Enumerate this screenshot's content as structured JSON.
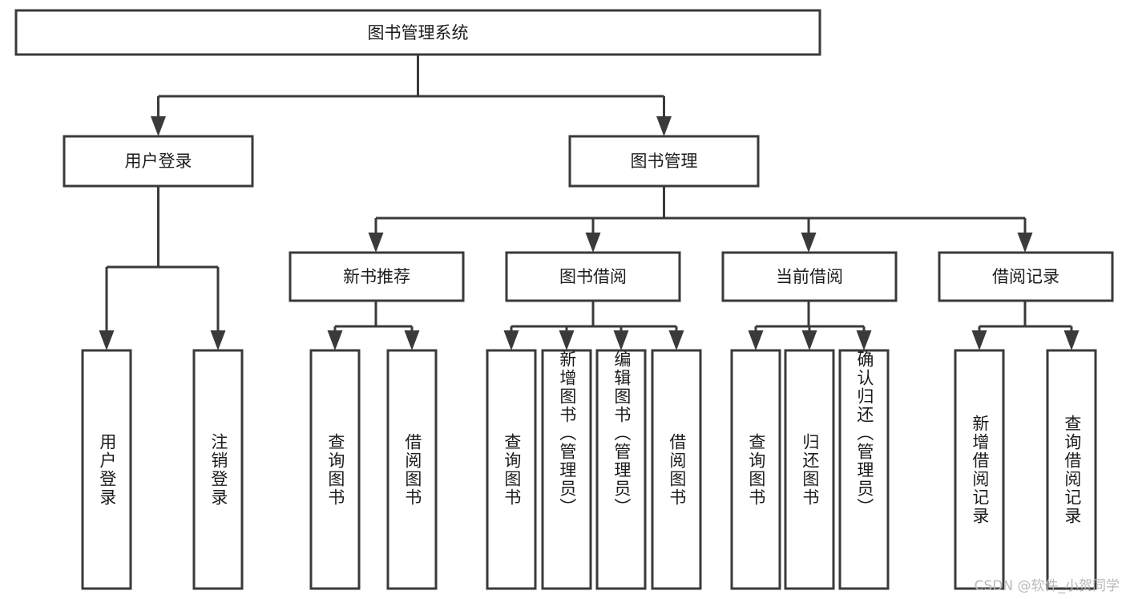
{
  "diagram": {
    "type": "tree-hierarchy",
    "title": "图书管理系统",
    "root": {
      "id": "root",
      "label": "图书管理系统"
    },
    "level2": [
      {
        "id": "user-login",
        "label": "用户登录"
      },
      {
        "id": "book-manage",
        "label": "图书管理"
      }
    ],
    "level3": [
      {
        "id": "new-book-recommend",
        "label": "新书推荐",
        "parent": "book-manage"
      },
      {
        "id": "book-borrow",
        "label": "图书借阅",
        "parent": "book-manage"
      },
      {
        "id": "current-borrow",
        "label": "当前借阅",
        "parent": "book-manage"
      },
      {
        "id": "borrow-record",
        "label": "借阅记录",
        "parent": "book-manage"
      }
    ],
    "leaves": {
      "user-login": [
        {
          "id": "leaf-user-login",
          "label": "用户登录"
        },
        {
          "id": "leaf-logout",
          "label": "注销登录"
        }
      ],
      "new-book-recommend": [
        {
          "id": "leaf-query-book-1",
          "label": "查询图书"
        },
        {
          "id": "leaf-borrow-book-1",
          "label": "借阅图书"
        }
      ],
      "book-borrow": [
        {
          "id": "leaf-query-book-2",
          "label": "查询图书"
        },
        {
          "id": "leaf-add-book",
          "label": "新增图书（管理员）"
        },
        {
          "id": "leaf-edit-book",
          "label": "编辑图书（管理员）"
        },
        {
          "id": "leaf-borrow-book-2",
          "label": "借阅图书"
        }
      ],
      "current-borrow": [
        {
          "id": "leaf-query-book-3",
          "label": "查询图书"
        },
        {
          "id": "leaf-return-book",
          "label": "归还图书"
        },
        {
          "id": "leaf-confirm-return",
          "label": "确认归还（管理员）"
        }
      ],
      "borrow-record": [
        {
          "id": "leaf-add-record",
          "label": "新增借阅记录"
        },
        {
          "id": "leaf-query-record",
          "label": "查询借阅记录"
        }
      ]
    }
  },
  "colors": {
    "stroke": "#3a3a3a",
    "fill": "#ffffff",
    "text": "#1c1c1c",
    "watermark": "#b9b9b9"
  },
  "watermark": {
    "text": "CSDN @软件_小贺同学"
  }
}
